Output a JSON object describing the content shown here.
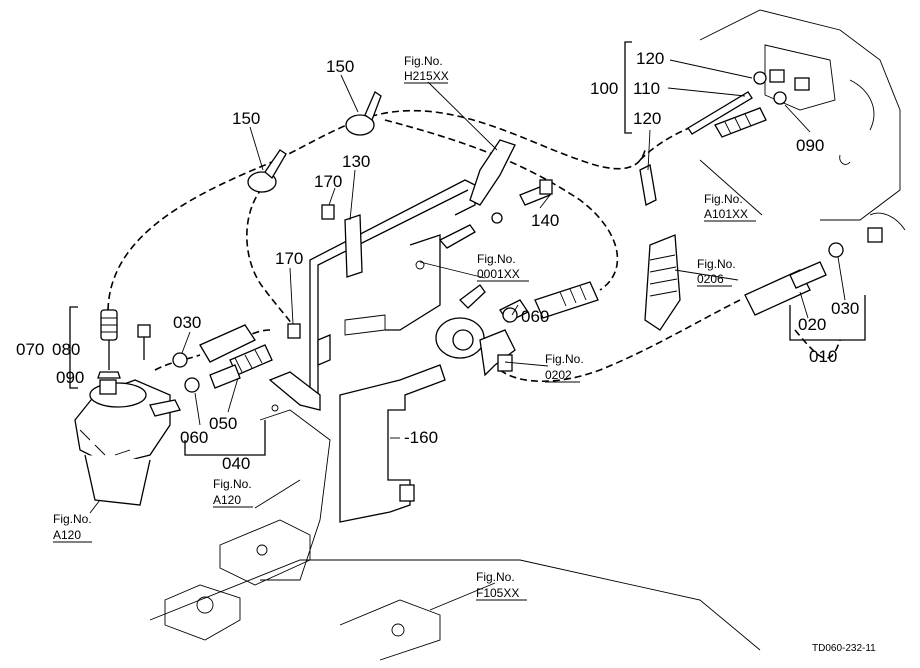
{
  "callouts": {
    "c010": "010",
    "c020": "020",
    "c030a": "030",
    "c030b": "030",
    "c040": "040",
    "c050": "050",
    "c060a": "060",
    "c060b": "060",
    "c070": "070",
    "c080": "080",
    "c090a": "090",
    "c090b": "090",
    "c100": "100",
    "c110": "110",
    "c120a": "120",
    "c120b": "120",
    "c130": "130",
    "c140": "140",
    "c150a": "150",
    "c150b": "150",
    "c160": "-160",
    "c170a": "170",
    "c170b": "170"
  },
  "fig_refs": [
    {
      "label": "Fig.No.",
      "code": "H215XX"
    },
    {
      "label": "Fig.No.",
      "code": "0001XX"
    },
    {
      "label": "Fig.No.",
      "code": "0202"
    },
    {
      "label": "Fig.No.",
      "code": "0206"
    },
    {
      "label": "Fig.No.",
      "code": "A101XX"
    },
    {
      "label": "Fig.No.",
      "code": "A120"
    },
    {
      "label": "Fig.No.",
      "code": "A120"
    },
    {
      "label": "Fig.No.",
      "code": "F105XX"
    }
  ],
  "drawing_id": "TD060-232-11"
}
